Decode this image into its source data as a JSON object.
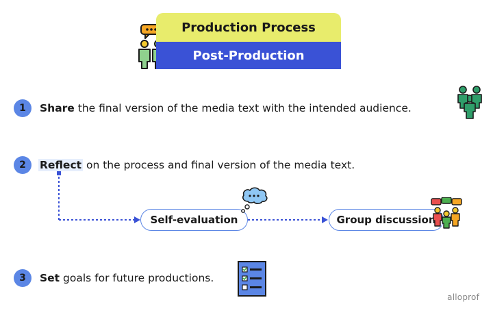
{
  "header": {
    "title": "Production Process",
    "subtitle": "Post-Production"
  },
  "steps": [
    {
      "number": "1",
      "keyword": "Share",
      "text": " the final version of the media text with the intended audience."
    },
    {
      "number": "2",
      "keyword": "Reflect",
      "text": " on the process and final version of the media text."
    },
    {
      "number": "3",
      "keyword": "Set",
      "text": " goals for future productions."
    }
  ],
  "flow": {
    "node_1": "Self-evaluation",
    "node_2": "Group discussion"
  },
  "brand": "alloprof",
  "colors": {
    "banner_top": "#e8ec6c",
    "banner_bottom": "#3a52d6",
    "step_circle": "#5b86e5",
    "arrow": "#3a52d6"
  },
  "icons": [
    "team-speech-icon",
    "audience-group-icon",
    "thought-bubble-icon",
    "group-discussion-icon",
    "checklist-icon"
  ]
}
